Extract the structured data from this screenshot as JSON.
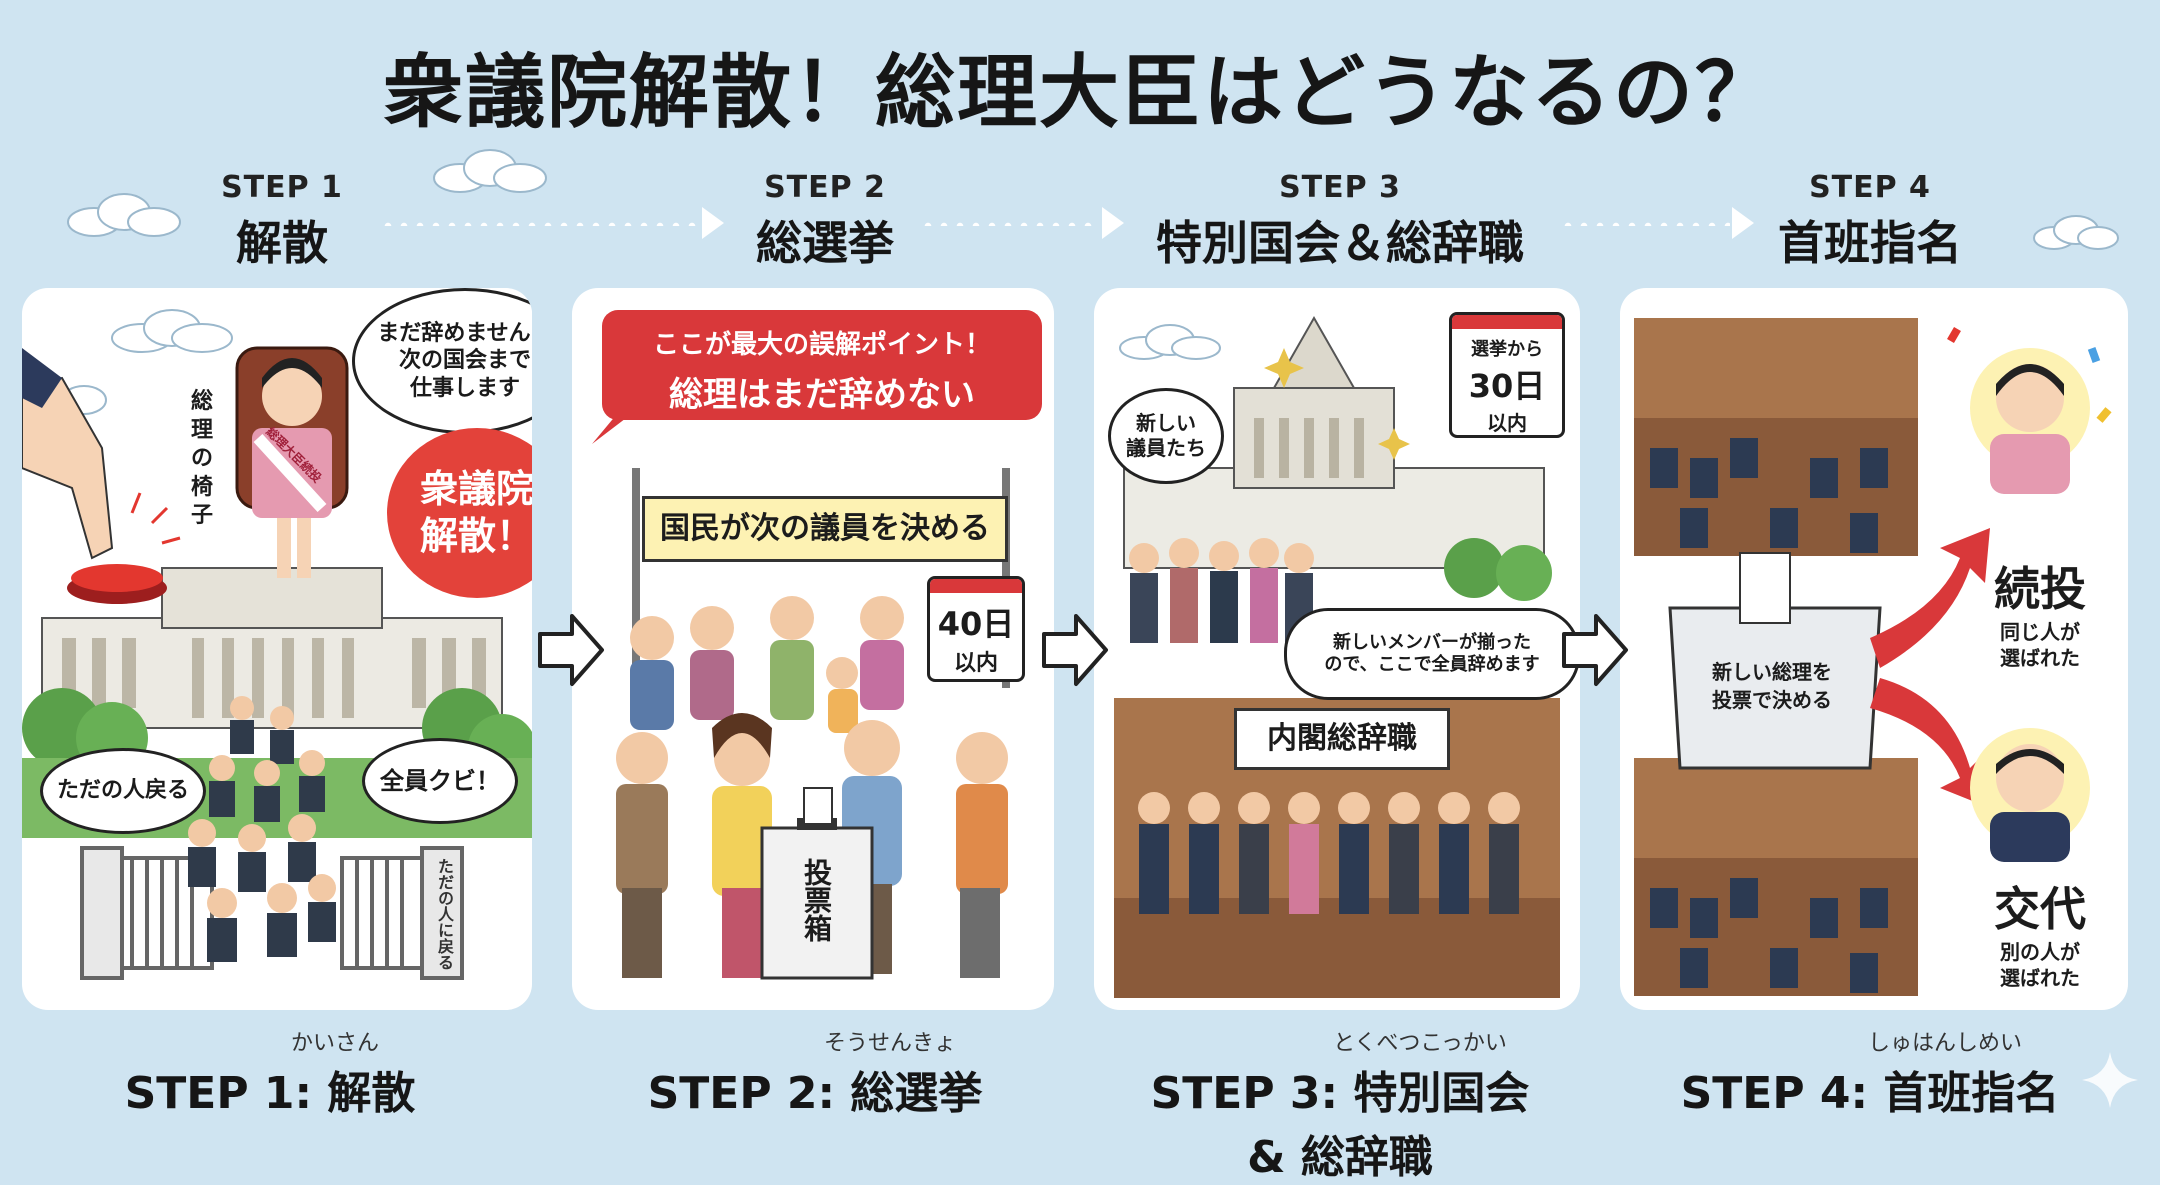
{
  "title": "衆議院解散！総理大臣はどうなるの？",
  "steps": [
    {
      "num": "STEP 1",
      "label": "解散"
    },
    {
      "num": "STEP 2",
      "label": "総選挙"
    },
    {
      "num": "STEP 3",
      "label": "特別国会＆総辞職"
    },
    {
      "num": "STEP 4",
      "label": "首班指名"
    }
  ],
  "panel1": {
    "bubble_not_resign": "まだ辞めません！\n次の国会まで\n仕事します",
    "chair_label": "総理\nの椅子",
    "dissolve_text": "衆議院\n解散！",
    "sash_text": "総理大臣続投",
    "bubble_ordinary": "ただの人戻る",
    "bubble_fired": "全員クビ！",
    "gate_sign": "ただの人に戻る"
  },
  "panel2": {
    "callout_line1": "ここが最大の誤解ポイント！",
    "callout_line2": "総理はまだ辞めない",
    "banner": "国民が次の議員を決める",
    "calendar": {
      "value": "40日",
      "sub": "以内"
    },
    "ballot_box": "投票箱"
  },
  "panel3": {
    "bubble_new_members": "新しい\n議員たち",
    "calendar": {
      "top": "選挙から",
      "value": "30日",
      "sub": "以内"
    },
    "bubble_resign": "新しいメンバーが揃った\nので、ここで全員辞めます",
    "sign_cabinet": "内閣総辞職"
  },
  "panel4": {
    "ballot_text": "新しい総理を\n投票で決める",
    "result_continue": {
      "title": "続投",
      "sub": "同じ人が\n選ばれた"
    },
    "result_change": {
      "title": "交代",
      "sub": "別の人が\n選ばれた"
    }
  },
  "bottom": [
    {
      "ruby": "かいさん",
      "text": "STEP 1: 解散"
    },
    {
      "ruby": "そうせんきょ",
      "text": "STEP 2: 総選挙"
    },
    {
      "ruby": "とくべつこっかい",
      "text": "STEP 3: 特別国会",
      "text2": "& 総辞職"
    },
    {
      "ruby": "しゅはんしめい",
      "text": "STEP 4: 首班指名"
    }
  ],
  "colors": {
    "background": "#cfe4f1",
    "accent_red": "#d9383a",
    "banner_yellow": "#fdf2b3"
  }
}
